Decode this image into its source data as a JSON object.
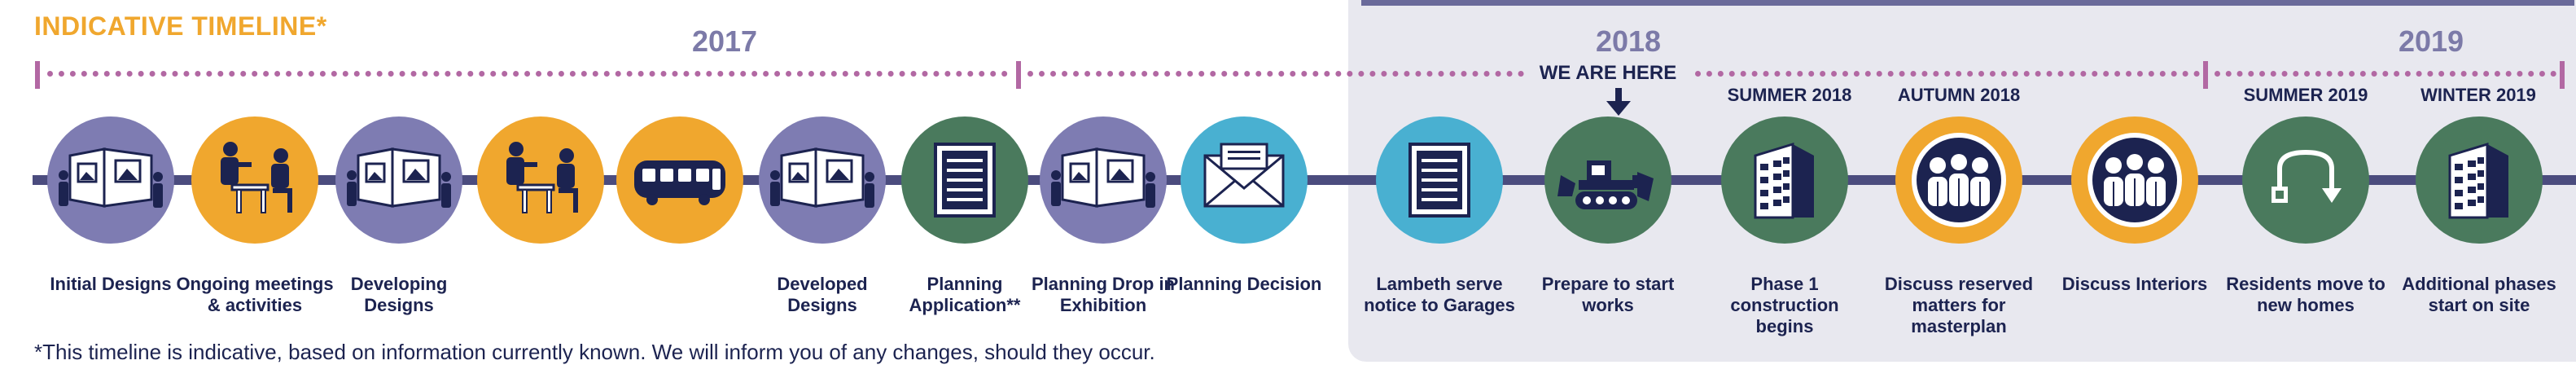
{
  "title": "INDICATIVE TIMELINE*",
  "years": [
    "2017",
    "2018",
    "2019"
  ],
  "marker": "WE ARE HERE",
  "seasons": [
    "SUMMER 2018",
    "AUTUMN 2018",
    "SUMMER 2019",
    "WINTER 2019"
  ],
  "colors": {
    "purple": "#7e7cb2",
    "orange": "#f0a72e",
    "green": "#4a7a5d",
    "teal": "#49b0d1",
    "navy": "#1c2350",
    "dotted": "#b268a3",
    "line": "#4b4c7e"
  },
  "steps": [
    {
      "label": "Initial Designs",
      "icon": "exhibition-icon",
      "color": "purple"
    },
    {
      "label": "Ongoing meetings & activities",
      "icon": "meeting-icon",
      "color": "orange"
    },
    {
      "label": "Developing Designs",
      "icon": "exhibition-icon",
      "color": "purple"
    },
    {
      "label": "",
      "icon": "meeting-icon",
      "color": "orange"
    },
    {
      "label": "",
      "icon": "bus-icon",
      "color": "orange"
    },
    {
      "label": "Developed Designs",
      "icon": "exhibition-icon",
      "color": "purple"
    },
    {
      "label": "Planning Application**",
      "icon": "document-icon",
      "color": "green"
    },
    {
      "label": "Planning Drop in Exhibition",
      "icon": "exhibition-icon",
      "color": "purple"
    },
    {
      "label": "Planning Decision",
      "icon": "envelope-icon",
      "color": "teal"
    },
    {
      "label": "Lambeth serve notice to Garages",
      "icon": "document-icon",
      "color": "teal"
    },
    {
      "label": "Prepare to start works",
      "icon": "bulldozer-icon",
      "color": "green"
    },
    {
      "label": "Phase 1 construction begins",
      "icon": "building-icon",
      "color": "green"
    },
    {
      "label": "Discuss reserved matters for masterplan",
      "icon": "people-icon",
      "color": "orange"
    },
    {
      "label": "Discuss Interiors",
      "icon": "people-icon",
      "color": "orange"
    },
    {
      "label": "Residents move to new homes",
      "icon": "move-arrow-icon",
      "color": "green"
    },
    {
      "label": "Additional phases start on site",
      "icon": "building-icon",
      "color": "green"
    }
  ],
  "footnote": "*This timeline is indicative, based on information currently known. We will inform you of any changes, should they occur."
}
